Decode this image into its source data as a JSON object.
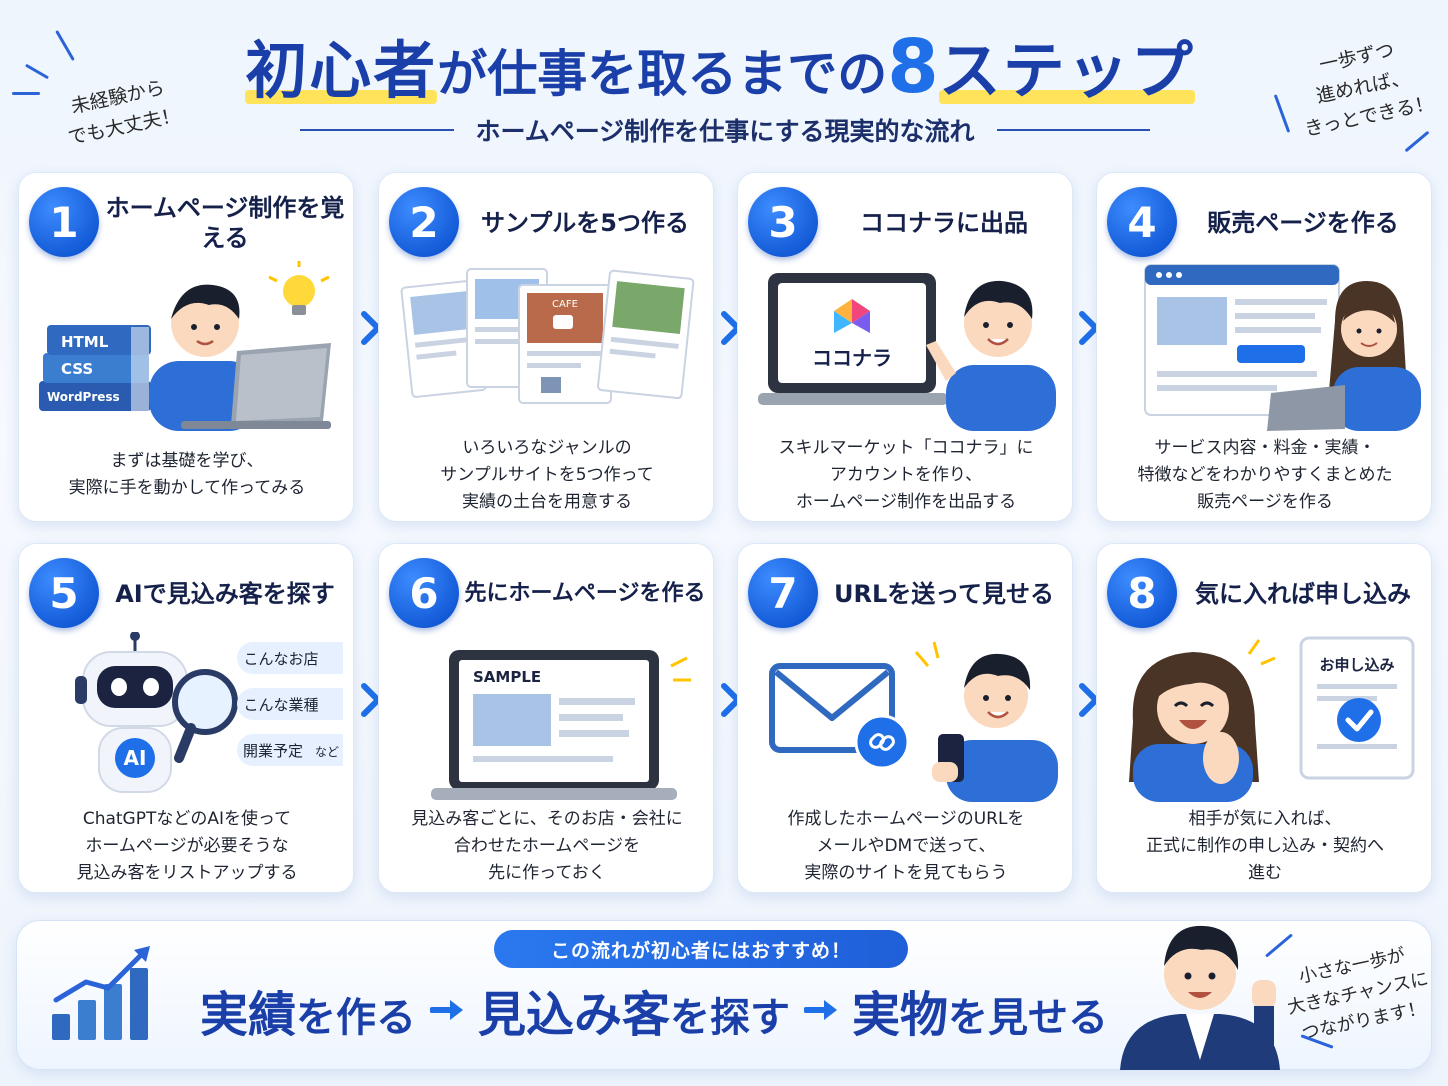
{
  "header": {
    "title_part1": "初心者",
    "title_part2": "が仕事を取るまでの",
    "title_num": "8",
    "title_part3": "ステップ",
    "subtitle": "ホームページ制作を仕事にする現実的な流れ",
    "note_left_line1": "未経験から",
    "note_left_line2": "でも大丈夫！",
    "note_right_line1": "一歩ずつ",
    "note_right_line2": "進めれば、",
    "note_right_line3": "きっとできる！"
  },
  "steps": [
    {
      "num": "1",
      "title": "ホームページ制作を覚える",
      "desc": "まずは基礎を学び、\n実際に手を動かして作ってみる",
      "books": [
        "HTML",
        "CSS",
        "WordPress"
      ]
    },
    {
      "num": "2",
      "title": "サンプルを5つ作る",
      "desc": "いろいろなジャンルの\nサンプルサイトを5つ作って\n実績の土台を用意する",
      "sample_label": "CAFE"
    },
    {
      "num": "3",
      "title": "ココナラに出品",
      "desc": "スキルマーケット「ココナラ」に\nアカウントを作り、\nホームページ制作を出品する",
      "logo_text": "ココナラ"
    },
    {
      "num": "4",
      "title": "販売ページを作る",
      "desc": "サービス内容・料金・実績・\n特徴などをわかりやすくまとめた\n販売ページを作る"
    },
    {
      "num": "5",
      "title": "AIで見込み客を探す",
      "desc": "ChatGPTなどのAIを使って\nホームページが必要そうな\n見込み客をリストアップする",
      "robot_label": "AI",
      "tags": [
        "こんなお店",
        "こんな業種",
        "開業予定"
      ],
      "tag_suffix": "など"
    },
    {
      "num": "6",
      "title": "先にホームページを作る",
      "desc": "見込み客ごとに、そのお店・会社に\n合わせたホームページを\n先に作っておく",
      "sample_label": "SAMPLE"
    },
    {
      "num": "7",
      "title": "URLを送って見せる",
      "desc": "作成したホームページのURLを\nメールやDMで送って、\n実際のサイトを見てもらう"
    },
    {
      "num": "8",
      "title": "気に入れば申し込み",
      "desc": "相手が気に入れば、\n正式に制作の申し込み・契約へ\n進む",
      "form_label": "お申し込み"
    }
  ],
  "banner": {
    "pill": "この流れが初心者にはおすすめ！",
    "flow1_kanji": "実績",
    "flow1_kana": "を作る",
    "flow2_kanji": "見込み客",
    "flow2_kana": "を探す",
    "flow3_kanji": "実物",
    "flow3_kana": "を見せる",
    "note_line1": "小さな一歩が",
    "note_line2": "大きなチャンスに",
    "note_line3": "つながります！"
  },
  "colors": {
    "primary": "#1e6fe8",
    "title": "#1b3fa8",
    "highlight": "#ffe35a",
    "shirt": "#2d6fd6"
  }
}
